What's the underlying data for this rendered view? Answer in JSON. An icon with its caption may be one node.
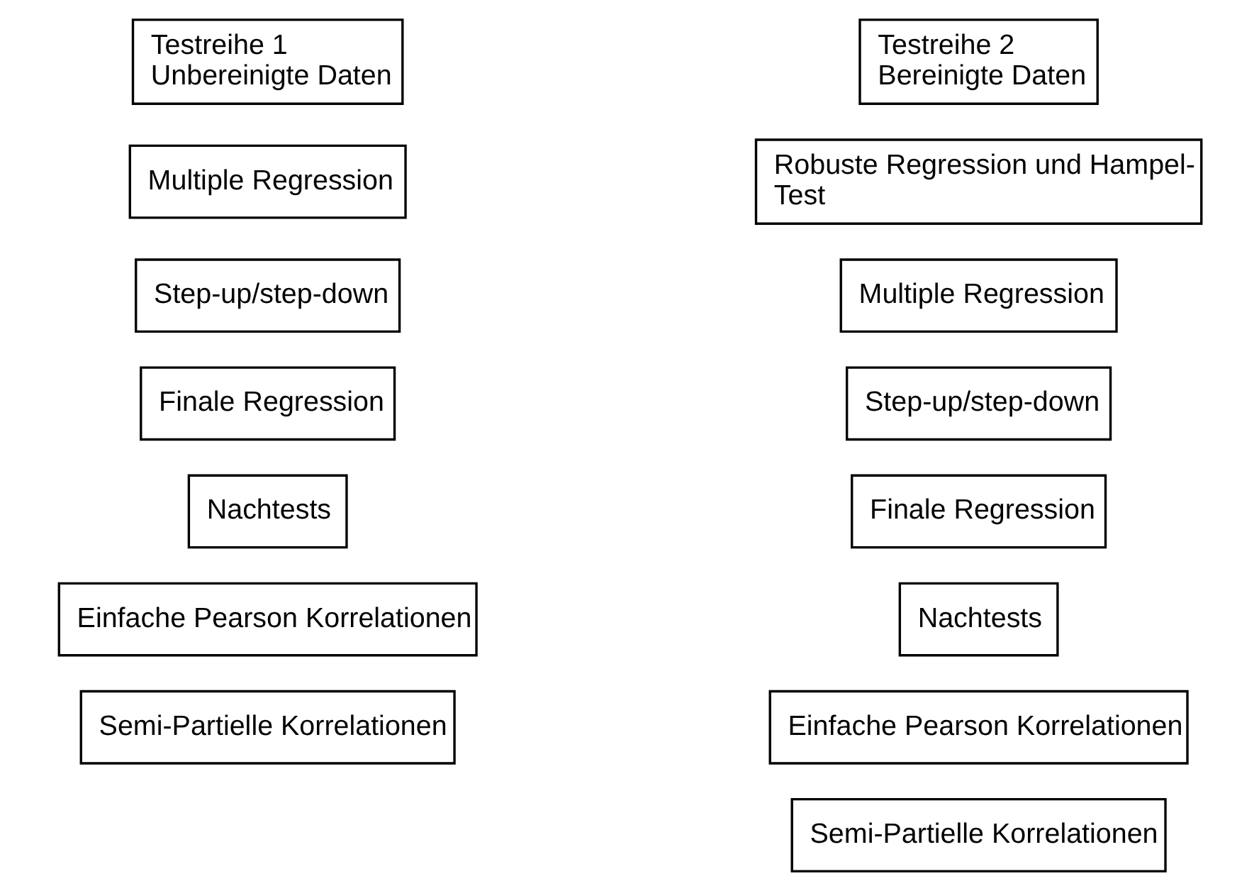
{
  "diagram": {
    "nodes": [
      {
        "text": [
          "Testreihe 1",
          "Unbereinigte Daten"
        ]
      },
      {
        "text": [
          "Multiple Regression"
        ]
      },
      {
        "text": [
          "Step-up/step-down"
        ]
      },
      {
        "text": [
          "Finale Regression"
        ]
      },
      {
        "text": [
          "Nachtests"
        ]
      },
      {
        "text": [
          "Einfache Pearson Korrelationen"
        ]
      },
      {
        "text": [
          "Semi-Partielle Korrelationen"
        ]
      },
      {
        "text": [
          "Testreihe 2",
          "Bereinigte Daten"
        ]
      },
      {
        "text": [
          "Robuste Regression und Hampel-Test"
        ]
      },
      {
        "text": [
          "Multiple Regression"
        ]
      },
      {
        "text": [
          "Step-up/step-down"
        ]
      },
      {
        "text": [
          "Finale Regression"
        ]
      },
      {
        "text": [
          "Nachtests"
        ]
      },
      {
        "text": [
          "Einfache Pearson Korrelationen"
        ]
      },
      {
        "text": [
          "Semi-Partielle Korrelationen"
        ]
      }
    ]
  }
}
